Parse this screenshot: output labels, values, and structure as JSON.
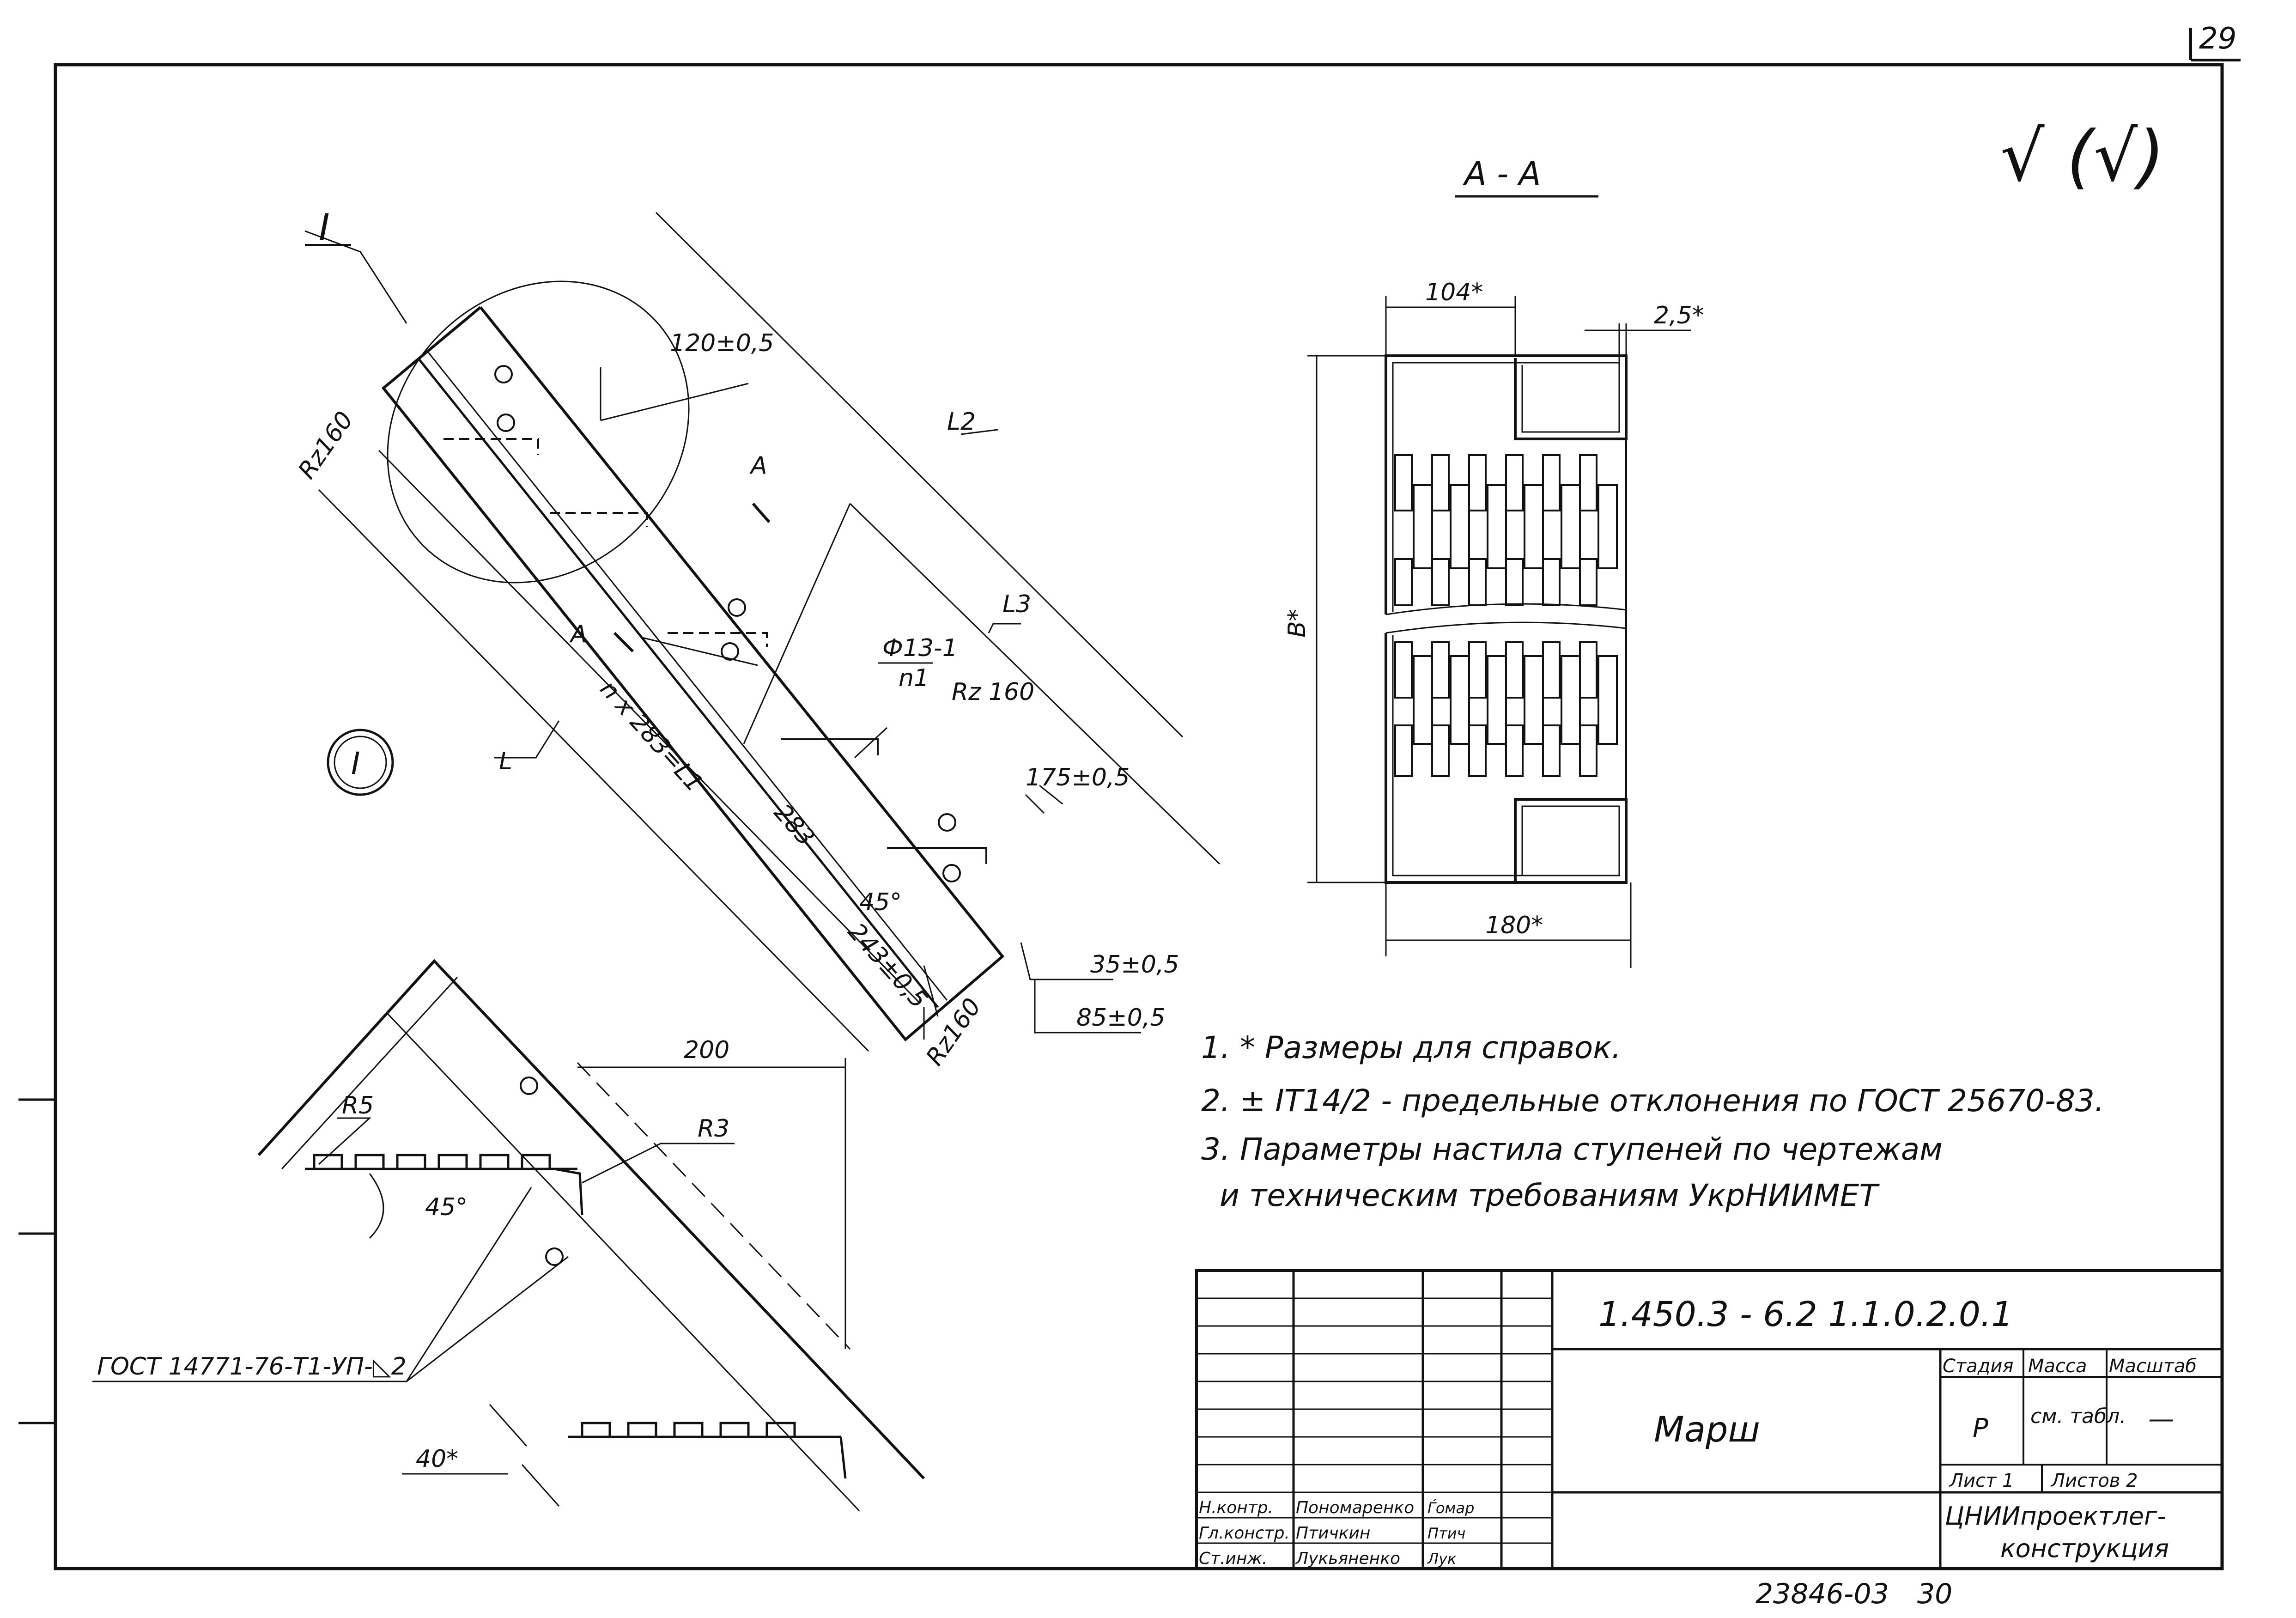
{
  "sheet": {
    "page_number": "29",
    "roughness_mark": "√ (√)",
    "bottom_code": "23846-03",
    "bottom_num": "30"
  },
  "labels": {
    "detail_I": "I",
    "detail_I_circle": "I",
    "section_AA": "А - А",
    "cut_A1": "А",
    "cut_A2": "А",
    "L": "L",
    "L1": "n x 283=L1",
    "L2": "L2",
    "L3": "L3",
    "d120": "120±0,5",
    "rz160_a": "Rz160",
    "rz160_b": "Rz 160",
    "rz160_c": "Rz160",
    "hole": "Ф13-1",
    "hole_n": "n1",
    "d283": "283",
    "d175": "175±0,5",
    "d45": "45°",
    "d243": "243±0,5",
    "d35": "35±0,5",
    "d85": "85±0,5",
    "d200": "200",
    "R5": "R5",
    "R3": "R3",
    "d45b": "45°",
    "gost_weld": "ГОСТ 14771-76-Т1-УП-◺2",
    "d40": "40*",
    "d104": "104*",
    "d25": "2,5*",
    "dB": "В*",
    "d180": "180*"
  },
  "notes": [
    "1. * Размеры для справок.",
    "2. ± IT14/2 - предельные отклонения по ГОСТ 25670-83.",
    "3. Параметры настила ступеней по чертежам",
    "и техническим требованиям УкрНИИМЕТ"
  ],
  "title_block": {
    "designation": "1.450.3 - 6.2 1.1.0.2.0.1",
    "name": "Марш",
    "stage_h": "Стадия",
    "mass_h": "Масса",
    "scale_h": "Масштаб",
    "stage": "Р",
    "mass": "см. табл.",
    "scale": "—",
    "sheet": "Лист 1",
    "sheets": "Листов 2",
    "org1": "ЦНИИпроектлег-",
    "org2": "конструкция",
    "roles": [
      {
        "role": "Н.контр.",
        "name": "Пономаренко",
        "sign": "Ѓомар"
      },
      {
        "role": "Гл.констр.",
        "name": "Птичкин",
        "sign": "Птич"
      },
      {
        "role": "Ст.инж.",
        "name": "Лукьяненко",
        "sign": "Лук"
      }
    ]
  }
}
